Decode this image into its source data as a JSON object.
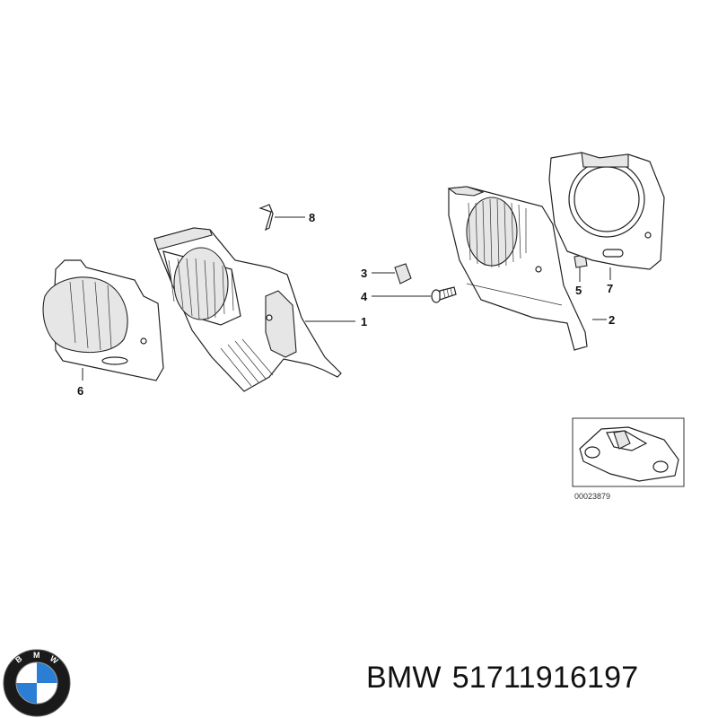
{
  "callouts": {
    "c1": "1",
    "c2": "2",
    "c3": "3",
    "c4": "4",
    "c5": "5",
    "c6": "6",
    "c7": "7",
    "c8": "8"
  },
  "inset": {
    "reference": "00023879"
  },
  "brand": {
    "name": "BMW",
    "part_number": "51711916197",
    "logo_letters": "BMW"
  },
  "colors": {
    "line": "#222222",
    "shade": "#e6e6e6",
    "logo_blue": "#2a7fd4",
    "logo_ring": "#1a1a1a"
  }
}
